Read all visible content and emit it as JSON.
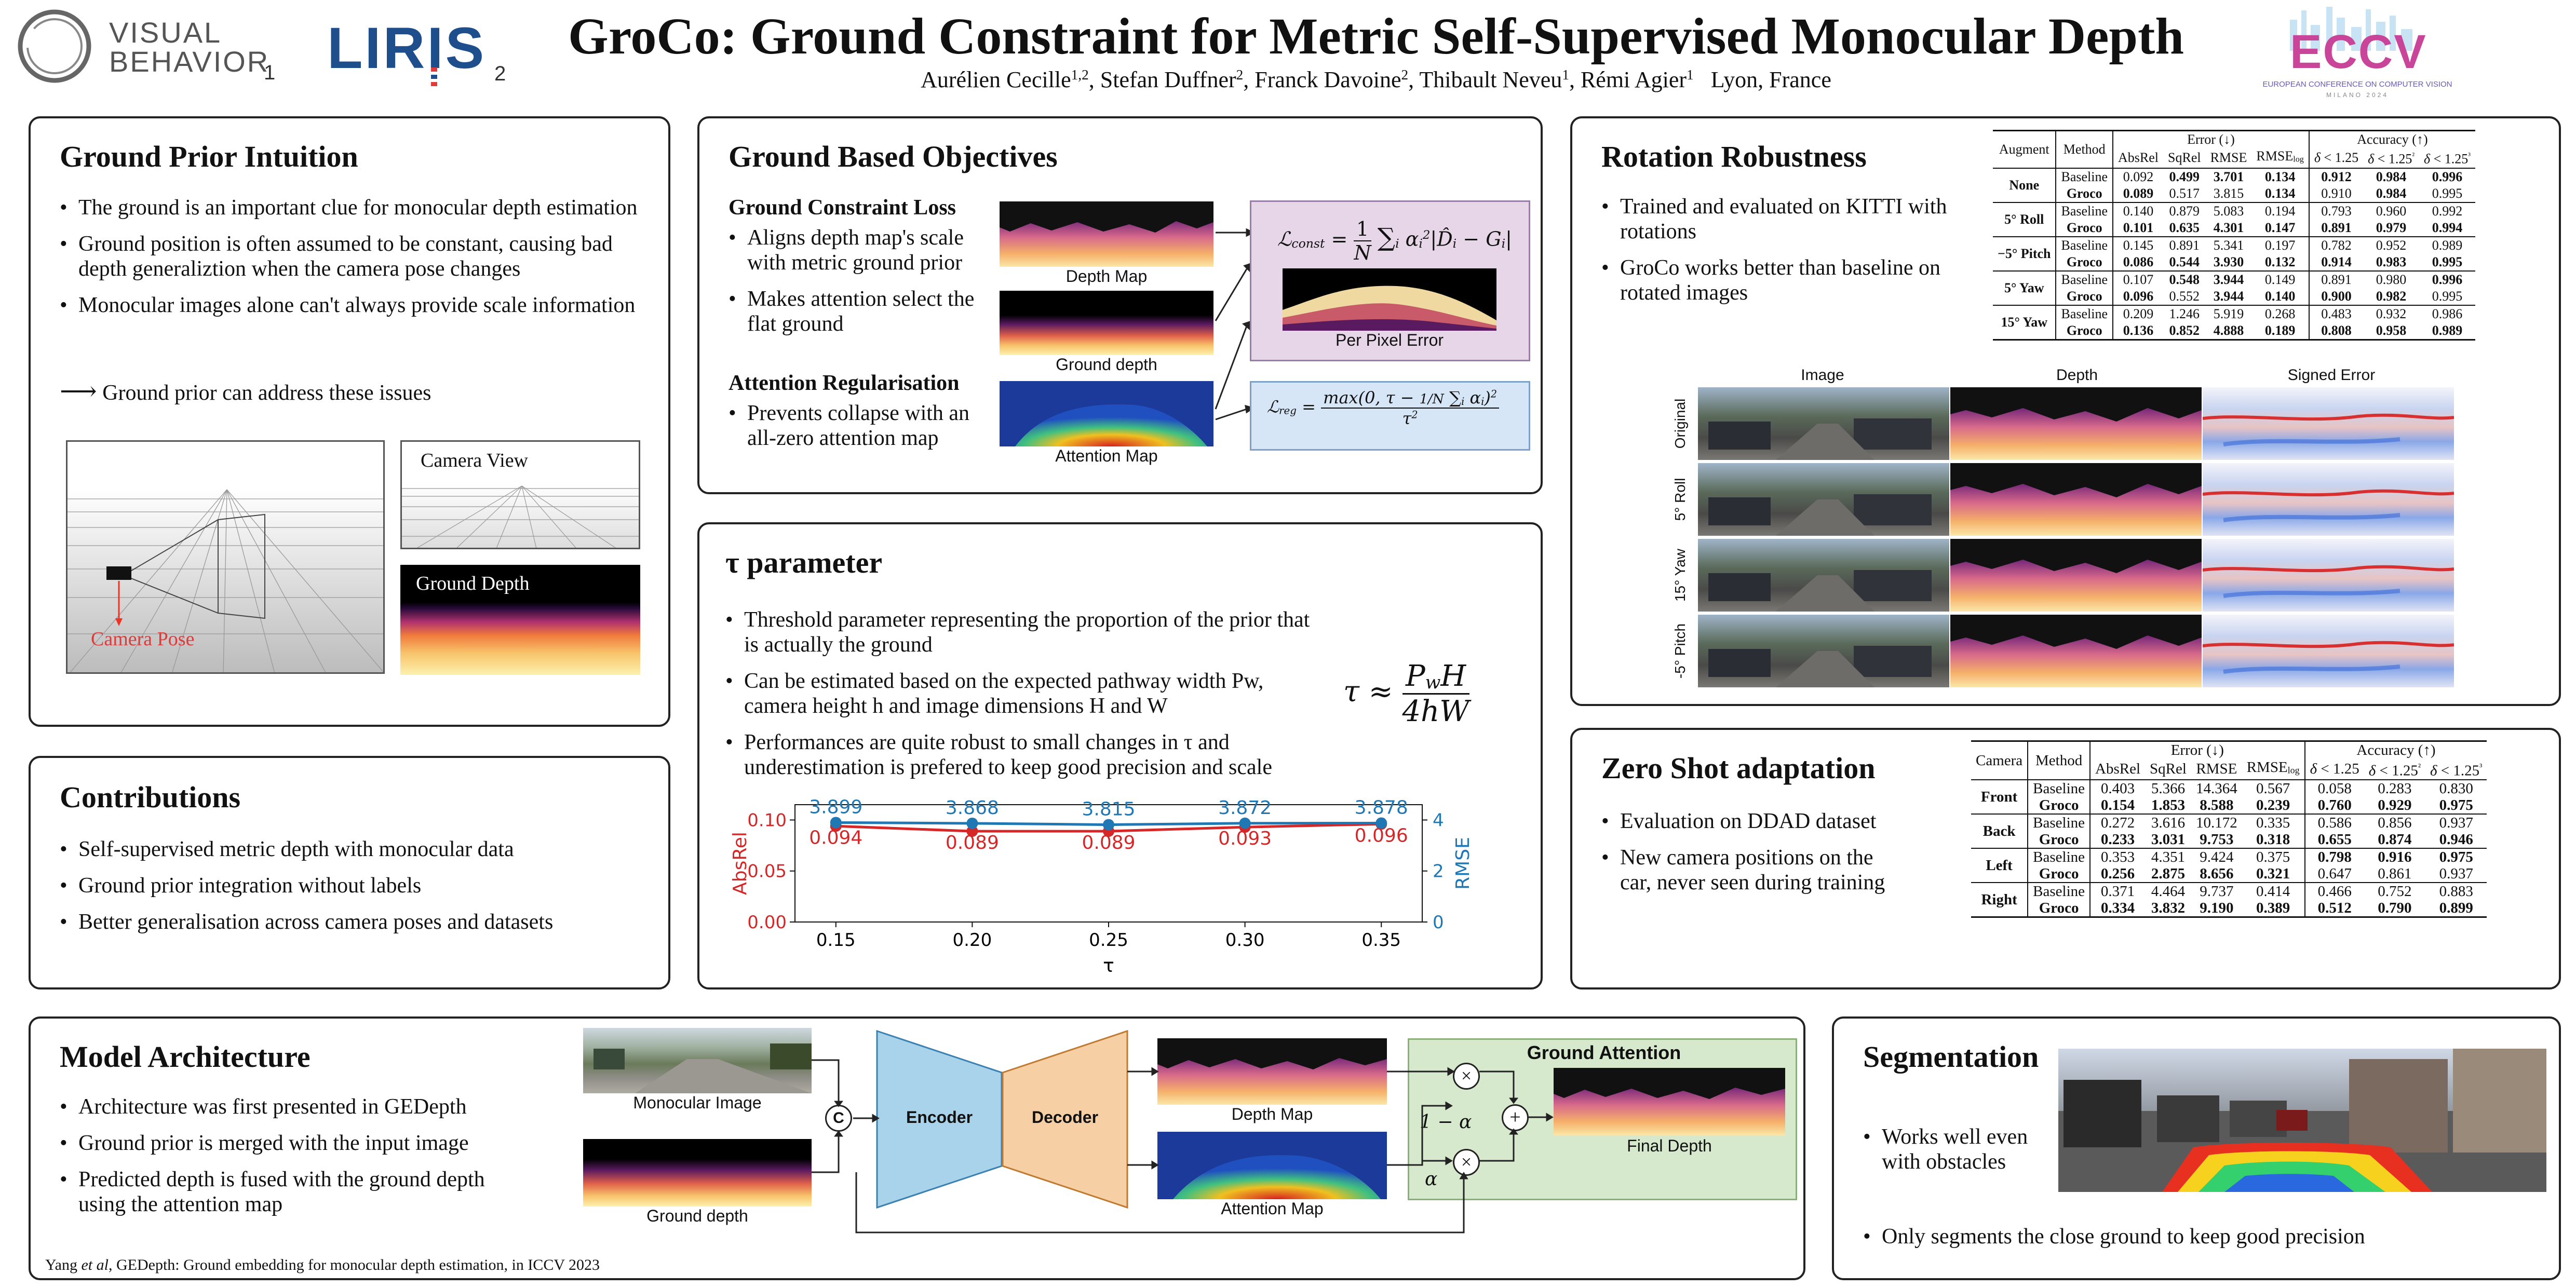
{
  "header": {
    "logo_vb_line1": "VISUAL",
    "logo_vb_line2": "BEHAVIOR",
    "logo_vb_index": "1",
    "logo_liris": "LIRIS",
    "logo_liris_index": "2",
    "title": "GroCo: Ground Constraint for Metric Self-Supervised Monocular Depth",
    "authors": [
      {
        "name": "Aurélien Cecille",
        "aff": "1,2"
      },
      {
        "name": "Stefan Duffner",
        "aff": "2"
      },
      {
        "name": "Franck Davoine",
        "aff": "2"
      },
      {
        "name": "Thibault Neveu",
        "aff": "1"
      },
      {
        "name": "Rémi Agier",
        "aff": "1"
      }
    ],
    "location": "Lyon, France",
    "eccv_logo": "ECCV",
    "eccv_sub": "EUROPEAN CONFERENCE ON COMPUTER VISION",
    "eccv_city": "MILANO 2024",
    "colors": {
      "vb": "#555555",
      "liris_blue": "#1f4e8c",
      "liris_red": "#e03a3a",
      "eccv_pink": "#c8459a",
      "eccv_blue": "#3aa0d8"
    }
  },
  "intuition": {
    "title": "Ground Prior Intuition",
    "bullets": [
      "The ground is an important clue for monocular depth estimation",
      "Ground position is often assumed to be constant, causing bad depth generaliztion when the camera pose changes",
      "Monocular images alone can't always provide scale information"
    ],
    "arrow_text": "Ground prior can address these issues",
    "camera_pose_label": "Camera Pose",
    "camera_view_label": "Camera View",
    "ground_depth_label": "Ground Depth"
  },
  "contributions": {
    "title": "Contributions",
    "bullets": [
      "Self-supervised metric depth with monocular data",
      "Ground prior integration without labels",
      "Better generalisation across camera poses and datasets"
    ]
  },
  "objectives": {
    "title": "Ground Based Objectives",
    "loss_heading": "Ground Constraint Loss",
    "loss_bullets": [
      "Aligns depth map's scale with metric ground prior",
      "Makes attention select the flat ground"
    ],
    "reg_heading": "Attention Regularisation",
    "reg_bullets": [
      "Prevents collapse with an all-zero attention map"
    ],
    "depth_map_label": "Depth Map",
    "ground_depth_label": "Ground depth",
    "attention_map_label": "Attention Map",
    "per_pixel_error_label": "Per Pixel Error",
    "colors": {
      "const_box": "#e6d6e8",
      "reg_box": "#d6e6f7"
    }
  },
  "tau": {
    "title": "τ parameter",
    "bullets": [
      "Threshold parameter representing the proportion of the prior that is actually the ground",
      "Can be estimated based on the expected pathway width Pw, camera height h and image dimensions H and W",
      "Performances are quite robust to small changes in τ and underestimation is prefered to keep good precision and scale"
    ]
  },
  "chart_data": {
    "type": "line",
    "x": [
      0.15,
      0.2,
      0.25,
      0.3,
      0.35
    ],
    "xlabel": "τ",
    "series": [
      {
        "name": "AbsRel",
        "values": [
          0.094,
          0.089,
          0.089,
          0.093,
          0.096
        ],
        "axis": "left",
        "color": "#d62728"
      },
      {
        "name": "RMSE",
        "values": [
          3.899,
          3.868,
          3.815,
          3.872,
          3.878
        ],
        "axis": "right",
        "color": "#1f77b4"
      }
    ],
    "ylabel_left": "AbsRel",
    "ylabel_right": "RMSE",
    "ylim_left": [
      0,
      0.115
    ],
    "ylim_right": [
      0,
      4.6
    ],
    "xlim": [
      0.135,
      0.365
    ],
    "xticks": [
      "0.15",
      "0.20",
      "0.25",
      "0.30",
      "0.35"
    ],
    "yticks_left": [
      "0.00",
      "0.05",
      "0.10"
    ],
    "yticks_right": [
      "0",
      "2",
      "4"
    ],
    "grid": false
  },
  "rotation": {
    "title": "Rotation Robustness",
    "bullets": [
      "Trained and evaluated on KITTI with rotations",
      "GroCo works better than baseline on rotated images"
    ],
    "table_header": [
      "Augment",
      "Method",
      "Error (↓)",
      "Accuracy (↑)"
    ],
    "table_cols": [
      "AbsRel",
      "SqRel",
      "RMSE",
      "RMSElog",
      "δ<1.25",
      "δ<1.25²",
      "δ<1.25³"
    ],
    "groups": [
      {
        "augment": "None",
        "rows": [
          {
            "method": "Baseline",
            "vals": [
              "0.092",
              "0.499",
              "3.701",
              "0.134",
              "0.912",
              "0.984",
              "0.996"
            ],
            "bold": [
              false,
              true,
              true,
              true,
              true,
              true,
              true
            ]
          },
          {
            "method": "Groco",
            "vals": [
              "0.089",
              "0.517",
              "3.815",
              "0.134",
              "0.910",
              "0.984",
              "0.995"
            ],
            "bold": [
              true,
              false,
              false,
              true,
              false,
              true,
              false
            ]
          }
        ]
      },
      {
        "augment": "5° Roll",
        "rows": [
          {
            "method": "Baseline",
            "vals": [
              "0.140",
              "0.879",
              "5.083",
              "0.194",
              "0.793",
              "0.960",
              "0.992"
            ],
            "bold": [
              false,
              false,
              false,
              false,
              false,
              false,
              false
            ]
          },
          {
            "method": "Groco",
            "vals": [
              "0.101",
              "0.635",
              "4.301",
              "0.147",
              "0.891",
              "0.979",
              "0.994"
            ],
            "bold": [
              true,
              true,
              true,
              true,
              true,
              true,
              true
            ]
          }
        ]
      },
      {
        "augment": "−5° Pitch",
        "rows": [
          {
            "method": "Baseline",
            "vals": [
              "0.145",
              "0.891",
              "5.341",
              "0.197",
              "0.782",
              "0.952",
              "0.989"
            ],
            "bold": [
              false,
              false,
              false,
              false,
              false,
              false,
              false
            ]
          },
          {
            "method": "Groco",
            "vals": [
              "0.086",
              "0.544",
              "3.930",
              "0.132",
              "0.914",
              "0.983",
              "0.995"
            ],
            "bold": [
              true,
              true,
              true,
              true,
              true,
              true,
              true
            ]
          }
        ]
      },
      {
        "augment": "5° Yaw",
        "rows": [
          {
            "method": "Baseline",
            "vals": [
              "0.107",
              "0.548",
              "3.944",
              "0.149",
              "0.891",
              "0.980",
              "0.996"
            ],
            "bold": [
              false,
              true,
              true,
              false,
              false,
              false,
              true
            ]
          },
          {
            "method": "Groco",
            "vals": [
              "0.096",
              "0.552",
              "3.944",
              "0.140",
              "0.900",
              "0.982",
              "0.995"
            ],
            "bold": [
              true,
              false,
              true,
              true,
              true,
              true,
              false
            ]
          }
        ]
      },
      {
        "augment": "15° Yaw",
        "rows": [
          {
            "method": "Baseline",
            "vals": [
              "0.209",
              "1.246",
              "5.919",
              "0.268",
              "0.483",
              "0.932",
              "0.986"
            ],
            "bold": [
              false,
              false,
              false,
              false,
              false,
              false,
              false
            ]
          },
          {
            "method": "Groco",
            "vals": [
              "0.136",
              "0.852",
              "4.888",
              "0.189",
              "0.808",
              "0.958",
              "0.989"
            ],
            "bold": [
              true,
              true,
              true,
              true,
              true,
              true,
              true
            ]
          }
        ]
      }
    ],
    "grid_cols": [
      "Image",
      "Depth",
      "Signed Error"
    ],
    "grid_rows": [
      "Original",
      "5° Roll",
      "15° Yaw",
      "-5° Pitch"
    ]
  },
  "zeroshot": {
    "title": "Zero Shot adaptation",
    "bullets": [
      "Evaluation on DDAD dataset",
      "New camera positions on the car, never seen during training"
    ],
    "table_header": [
      "Camera",
      "Method",
      "Error (↓)",
      "Accuracy (↑)"
    ],
    "table_cols": [
      "AbsRel",
      "SqRel",
      "RMSE",
      "RMSElog",
      "δ<1.25",
      "δ<1.25²",
      "δ<1.25³"
    ],
    "groups": [
      {
        "camera": "Front",
        "rows": [
          {
            "method": "Baseline",
            "vals": [
              "0.403",
              "5.366",
              "14.364",
              "0.567",
              "0.058",
              "0.283",
              "0.830"
            ],
            "bold": [
              false,
              false,
              false,
              false,
              false,
              false,
              false
            ]
          },
          {
            "method": "Groco",
            "vals": [
              "0.154",
              "1.853",
              "8.588",
              "0.239",
              "0.760",
              "0.929",
              "0.975"
            ],
            "bold": [
              true,
              true,
              true,
              true,
              true,
              true,
              true
            ]
          }
        ]
      },
      {
        "camera": "Back",
        "rows": [
          {
            "method": "Baseline",
            "vals": [
              "0.272",
              "3.616",
              "10.172",
              "0.335",
              "0.586",
              "0.856",
              "0.937"
            ],
            "bold": [
              false,
              false,
              false,
              false,
              false,
              false,
              false
            ]
          },
          {
            "method": "Groco",
            "vals": [
              "0.233",
              "3.031",
              "9.753",
              "0.318",
              "0.655",
              "0.874",
              "0.946"
            ],
            "bold": [
              true,
              true,
              true,
              true,
              true,
              true,
              true
            ]
          }
        ]
      },
      {
        "camera": "Left",
        "rows": [
          {
            "method": "Baseline",
            "vals": [
              "0.353",
              "4.351",
              "9.424",
              "0.375",
              "0.798",
              "0.916",
              "0.975"
            ],
            "bold": [
              false,
              false,
              false,
              false,
              true,
              true,
              true
            ]
          },
          {
            "method": "Groco",
            "vals": [
              "0.256",
              "2.875",
              "8.656",
              "0.321",
              "0.647",
              "0.861",
              "0.937"
            ],
            "bold": [
              true,
              true,
              true,
              true,
              false,
              false,
              false
            ]
          }
        ]
      },
      {
        "camera": "Right",
        "rows": [
          {
            "method": "Baseline",
            "vals": [
              "0.371",
              "4.464",
              "9.737",
              "0.414",
              "0.466",
              "0.752",
              "0.883"
            ],
            "bold": [
              false,
              false,
              false,
              false,
              false,
              false,
              false
            ]
          },
          {
            "method": "Groco",
            "vals": [
              "0.334",
              "3.832",
              "9.190",
              "0.389",
              "0.512",
              "0.790",
              "0.899"
            ],
            "bold": [
              true,
              true,
              true,
              true,
              true,
              true,
              true
            ]
          }
        ]
      }
    ]
  },
  "architecture": {
    "title": "Model Architecture",
    "bullets": [
      "Architecture was first presented in GEDepth",
      "Ground prior is merged with the input image",
      "Predicted depth is fused with the ground depth using the attention map"
    ],
    "monocular_label": "Monocular Image",
    "ground_depth_label": "Ground depth",
    "concat_symbol": "C",
    "encoder_label": "Encoder",
    "decoder_label": "Decoder",
    "depth_map_label": "Depth Map",
    "attention_map_label": "Attention Map",
    "ground_attention_label": "Ground Attention",
    "final_depth_label": "Final Depth",
    "one_minus_alpha": "1 − α",
    "alpha": "α",
    "reference_author": "Yang",
    "reference_etal": "et al",
    "reference_rest": ", GEDepth: Ground embedding for monocular depth estimation, in ICCV 2023",
    "colors": {
      "encoder": "#a9d3ea",
      "decoder": "#f6cfa4",
      "attention_box": "#d6e9cc"
    }
  },
  "segmentation": {
    "title": "Segmentation",
    "bullets": [
      "Works well even with obstacles"
    ],
    "bottom_bullet": "Only segments the close ground to keep good precision"
  }
}
